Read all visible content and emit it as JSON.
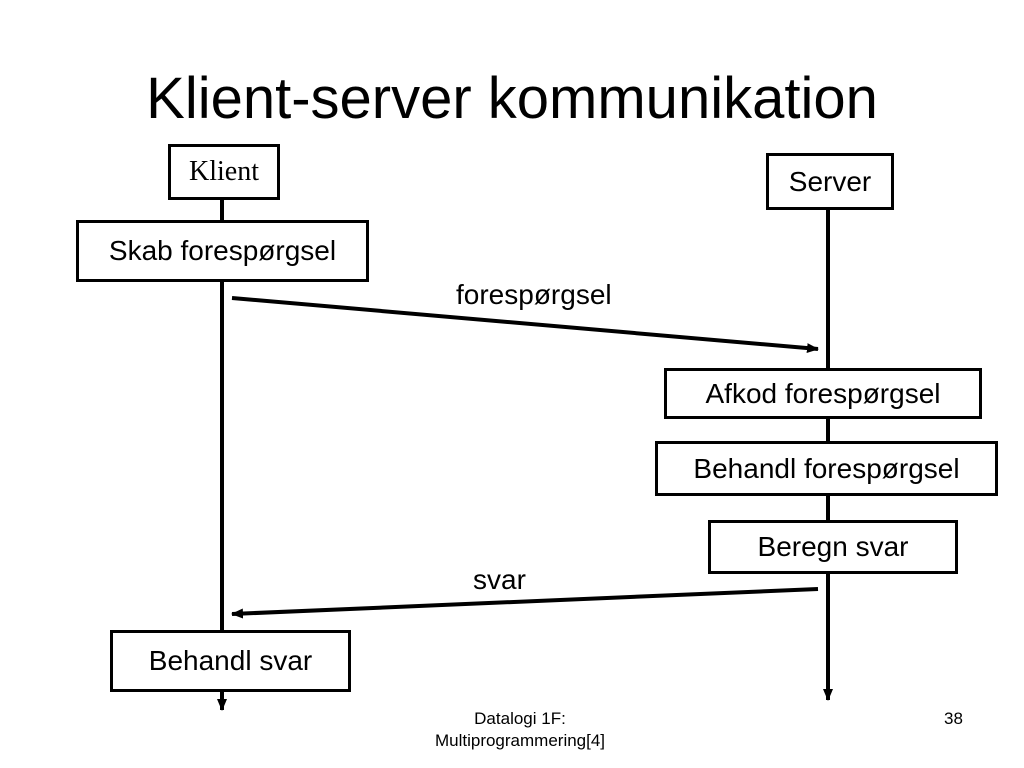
{
  "slide": {
    "title": "Klient-server kommunikation",
    "footer_center_line1": "Datalogi 1F:",
    "footer_center_line2": "Multiprogrammering[4]",
    "page_number": "38"
  },
  "diagram": {
    "client_label": "Klient",
    "server_label": "Server",
    "client_steps": [
      "Skab forespørgsel",
      "Behandl svar"
    ],
    "server_steps": [
      "Afkod forespørgsel",
      "Behandl forespørgsel",
      "Beregn svar"
    ],
    "messages": [
      {
        "label": "forespørgsel",
        "from": "Klient",
        "to": "Server"
      },
      {
        "label": "svar",
        "from": "Server",
        "to": "Klient"
      }
    ]
  }
}
